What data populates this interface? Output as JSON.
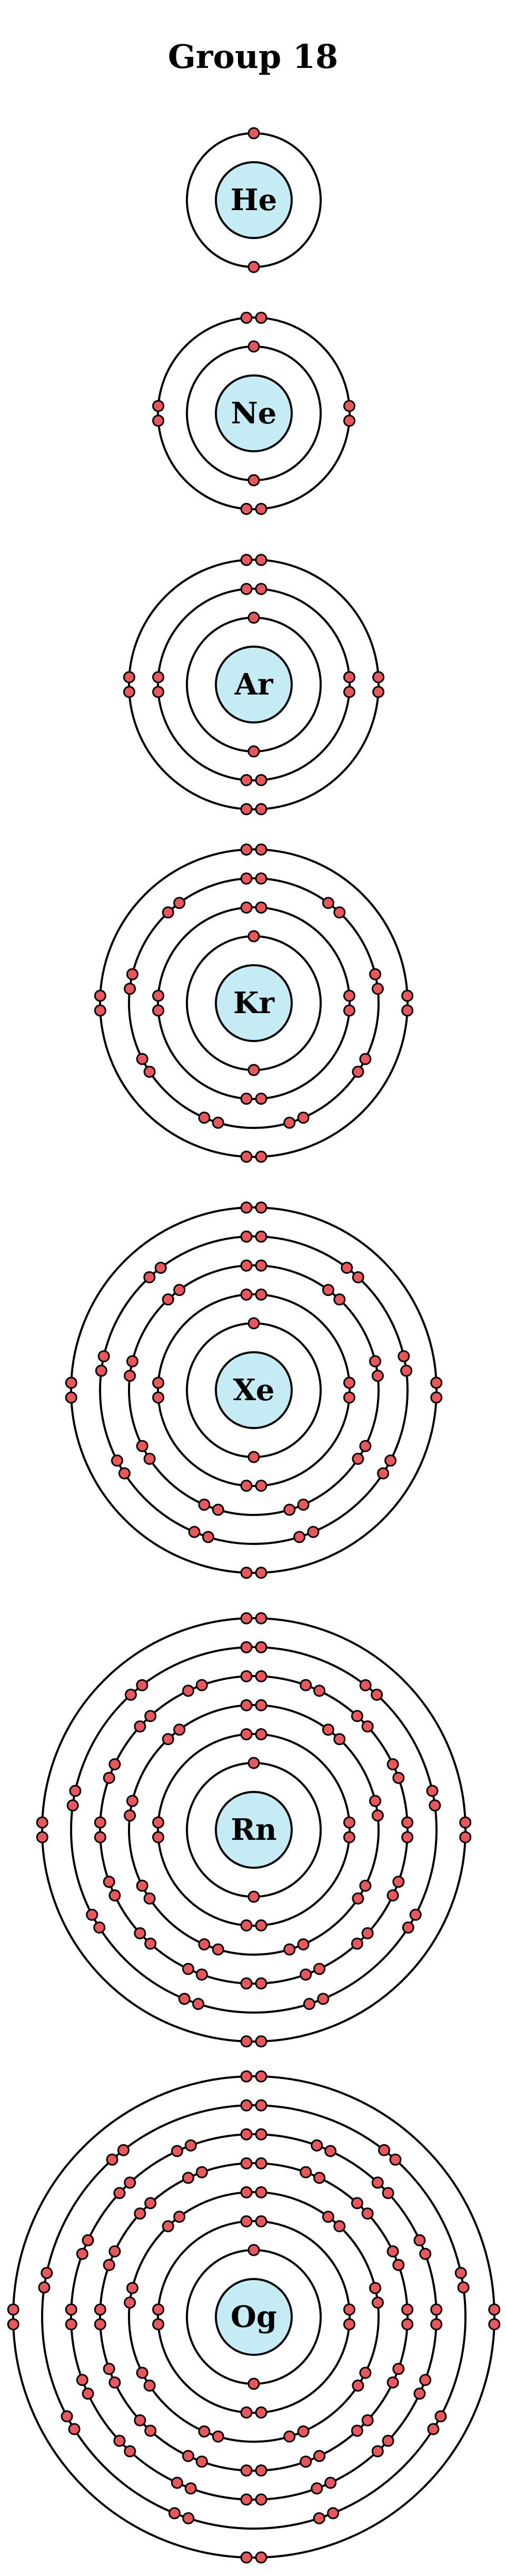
{
  "title": "Group 18",
  "colors": {
    "nucleus_fill": "#c5ebf4",
    "electron_fill": "#e8575b",
    "stroke": "#000000",
    "background": "#ffffff"
  },
  "atoms": [
    {
      "symbol": "He",
      "shells": [
        2
      ]
    },
    {
      "symbol": "Ne",
      "shells": [
        2,
        8
      ]
    },
    {
      "symbol": "Ar",
      "shells": [
        2,
        8,
        8
      ]
    },
    {
      "symbol": "Kr",
      "shells": [
        2,
        8,
        18,
        8
      ]
    },
    {
      "symbol": "Xe",
      "shells": [
        2,
        8,
        18,
        18,
        8
      ]
    },
    {
      "symbol": "Rn",
      "shells": [
        2,
        8,
        18,
        32,
        18,
        8
      ]
    },
    {
      "symbol": "Og",
      "shells": [
        2,
        8,
        18,
        32,
        32,
        18,
        8
      ]
    }
  ]
}
